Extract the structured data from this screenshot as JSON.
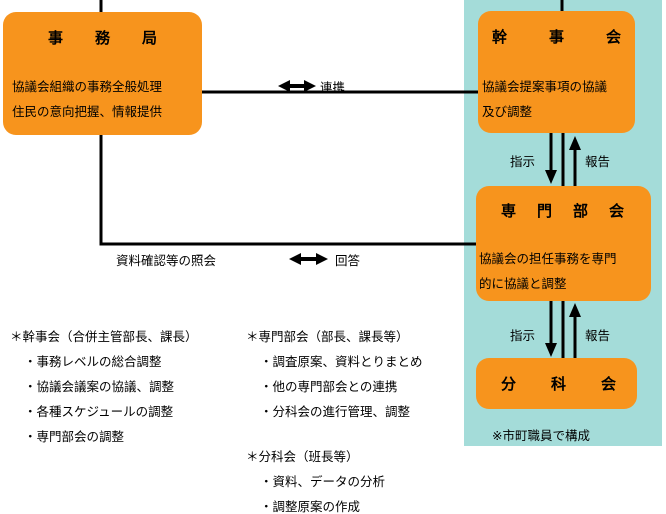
{
  "secretariat": {
    "title": [
      "事",
      "務",
      "局"
    ],
    "lines": [
      "協議会組織の事務全般処理",
      "住民の意向把握、情報提供"
    ]
  },
  "executive": {
    "title": [
      "幹",
      "事",
      "会"
    ],
    "lines": [
      "協議会提案事項の協議",
      "及び調整"
    ]
  },
  "specialist": {
    "title": [
      "専",
      "門",
      "部",
      "会"
    ],
    "lines": [
      "協議会の担任事務を専門",
      "的に協議と調整"
    ]
  },
  "subcommittee": {
    "title": [
      "分",
      "科",
      "会"
    ]
  },
  "links": {
    "cooperation": "連携",
    "inquiry": "資料確認等の照会",
    "answer": "回答",
    "instruct1": "指示",
    "report1": "報告",
    "instruct2": "指示",
    "report2": "報告"
  },
  "note": "※市町職員で構成",
  "notes_left": {
    "heading": "＊幹事会（合併主管部長、課長）",
    "items": [
      "・事務レベルの総合調整",
      "・協議会議案の協議、調整",
      "・各種スケジュールの調整",
      "・専門部会の調整"
    ]
  },
  "notes_mid": {
    "heading": "＊専門部会（部長、課長等）",
    "items": [
      "・調査原案、資料とりまとめ",
      "・他の専門部会との連携",
      "・分科会の進行管理、調整"
    ]
  },
  "notes_sub": {
    "heading": "＊分科会（班長等）",
    "items": [
      "・資料、データの分析",
      "・調整原案の作成"
    ]
  },
  "colors": {
    "box": "#f7941d",
    "panel": "#a4dcd9"
  }
}
